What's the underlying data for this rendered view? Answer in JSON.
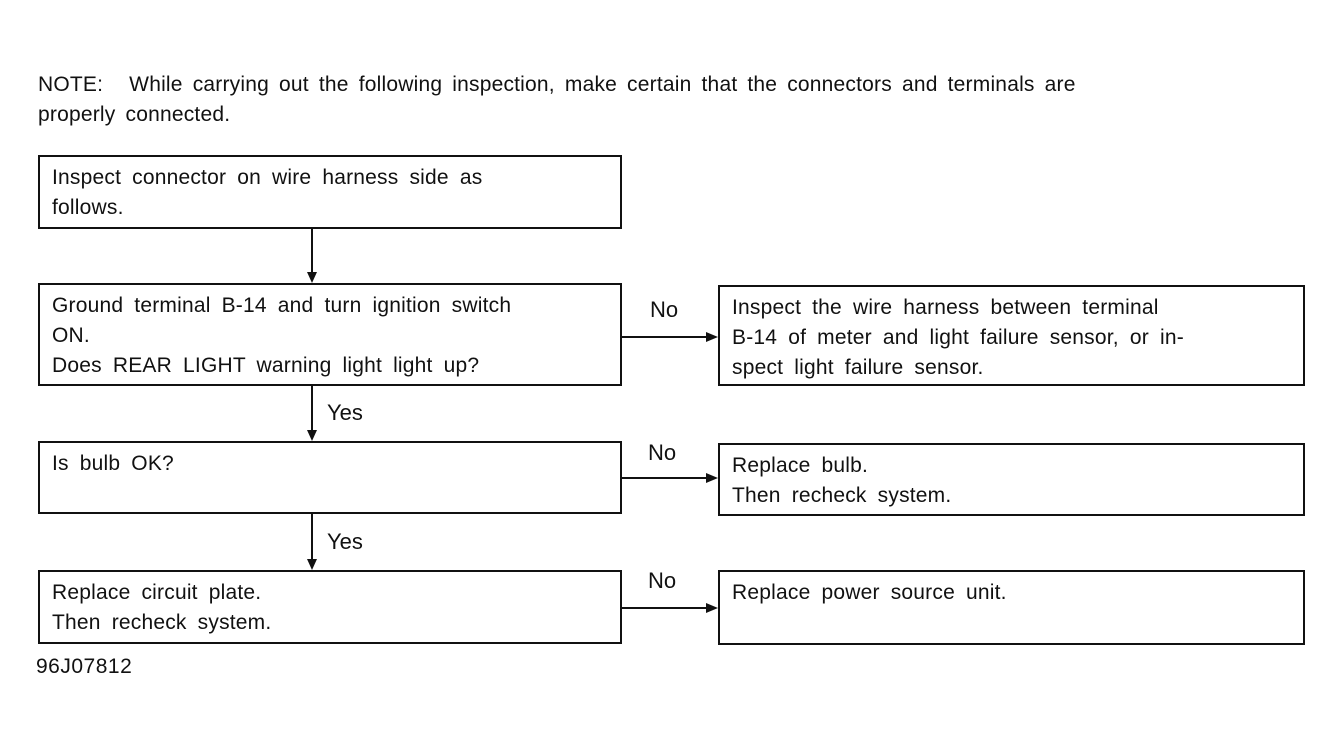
{
  "note": {
    "label": "NOTE:",
    "line1": "While carrying out the following inspection, make certain that the connectors and terminals are",
    "line2": "properly connected."
  },
  "flowchart": {
    "yes_label": "Yes",
    "no_label": "No",
    "boxes": [
      {
        "name": "inspect-connector",
        "lines": [
          "Inspect connector on wire harness side as",
          "follows."
        ]
      },
      {
        "name": "ground-terminal-b14",
        "lines": [
          "Ground terminal B-14 and turn ignition switch",
          "ON.",
          "Does REAR LIGHT warning light light up?"
        ]
      },
      {
        "name": "is-bulb-ok",
        "lines": [
          "Is bulb OK?"
        ]
      },
      {
        "name": "replace-circuit-plate",
        "lines": [
          "Replace circuit plate.",
          "Then recheck system."
        ]
      },
      {
        "name": "inspect-wire-harness",
        "lines": [
          "Inspect the wire harness between terminal",
          "B-14 of meter and light failure sensor, or in-",
          "spect light failure sensor."
        ]
      },
      {
        "name": "replace-bulb",
        "lines": [
          "Replace bulb.",
          "Then recheck system."
        ]
      },
      {
        "name": "replace-power-source-unit",
        "lines": [
          "Replace power source unit."
        ]
      }
    ]
  },
  "figure_id": "96J07812",
  "colors": {
    "ink": "#111111",
    "background": "#ffffff"
  }
}
